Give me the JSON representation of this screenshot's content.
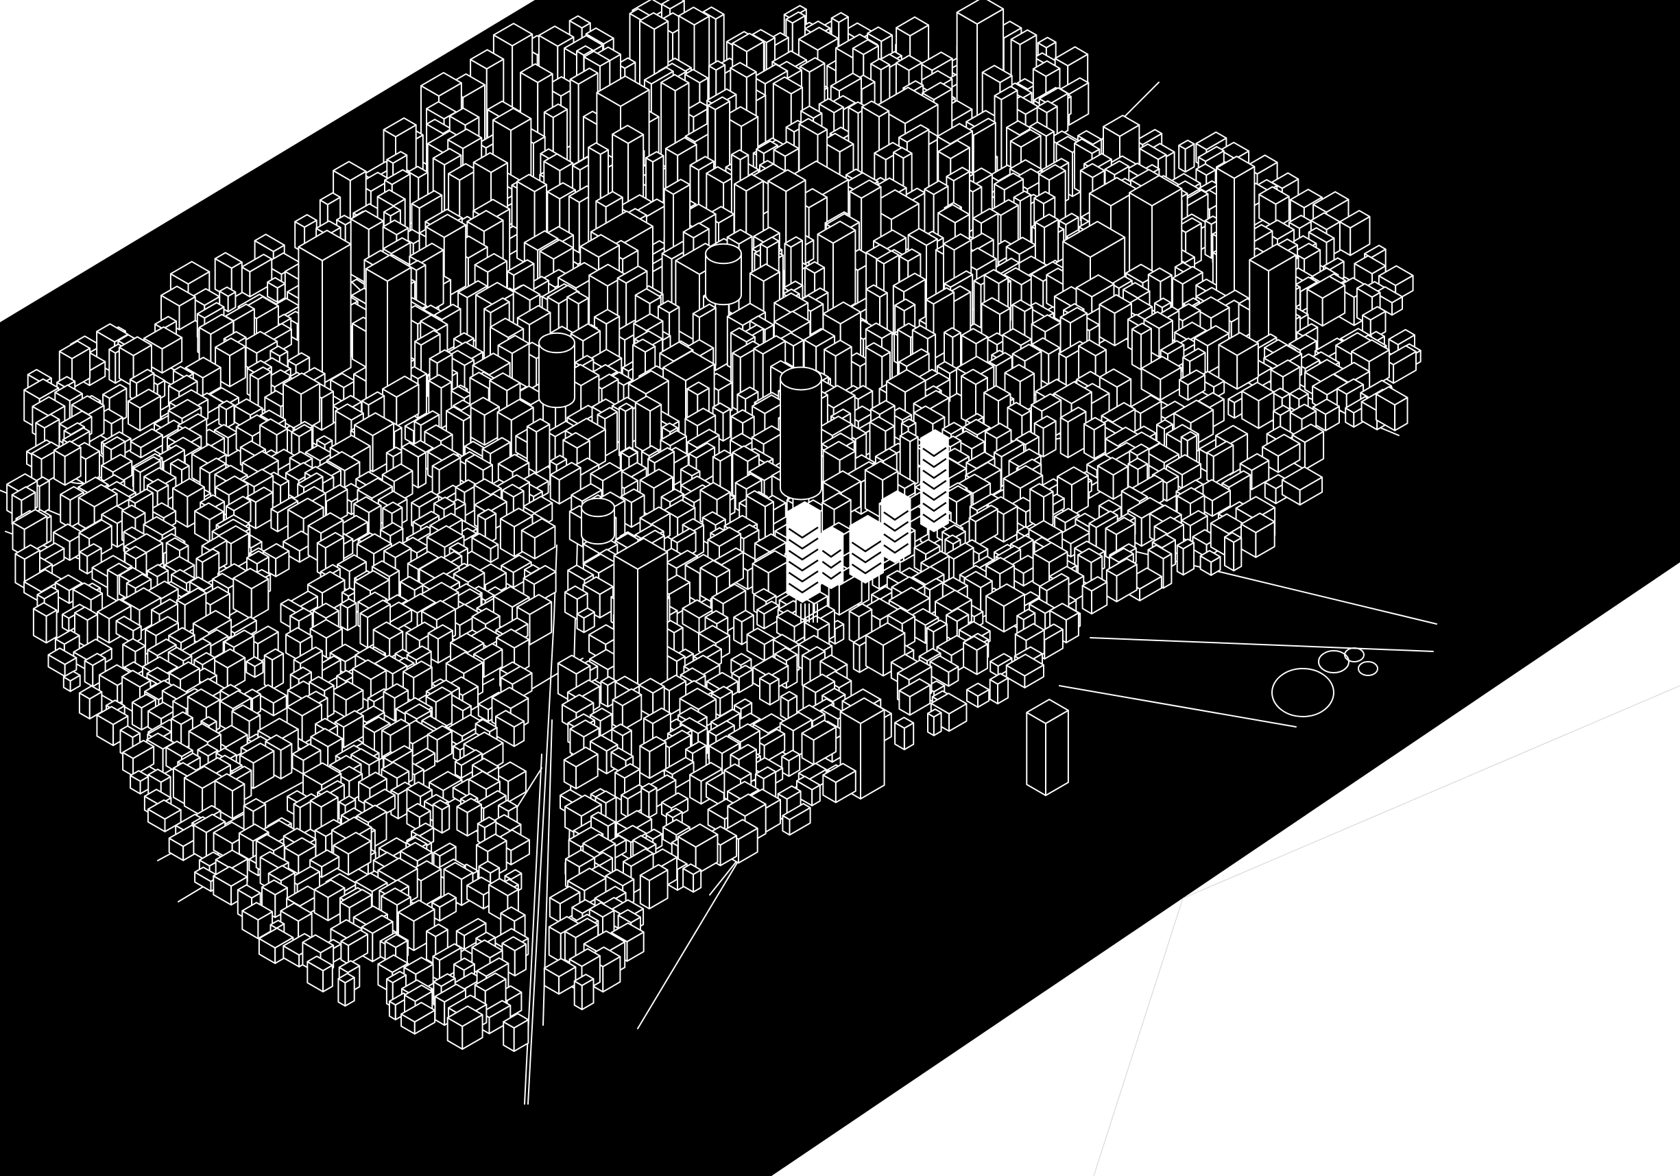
{
  "scene": {
    "kind": "axonometric-city-massing",
    "colors": {
      "page": "#ffffff",
      "ground_plate": "#000000",
      "linework": "#ffffff",
      "highlight_fill": "#ffffff",
      "edge_hint": "#d9d9d9"
    },
    "projection": "isometric-30deg",
    "highlighted_project": "new-building-cluster"
  }
}
